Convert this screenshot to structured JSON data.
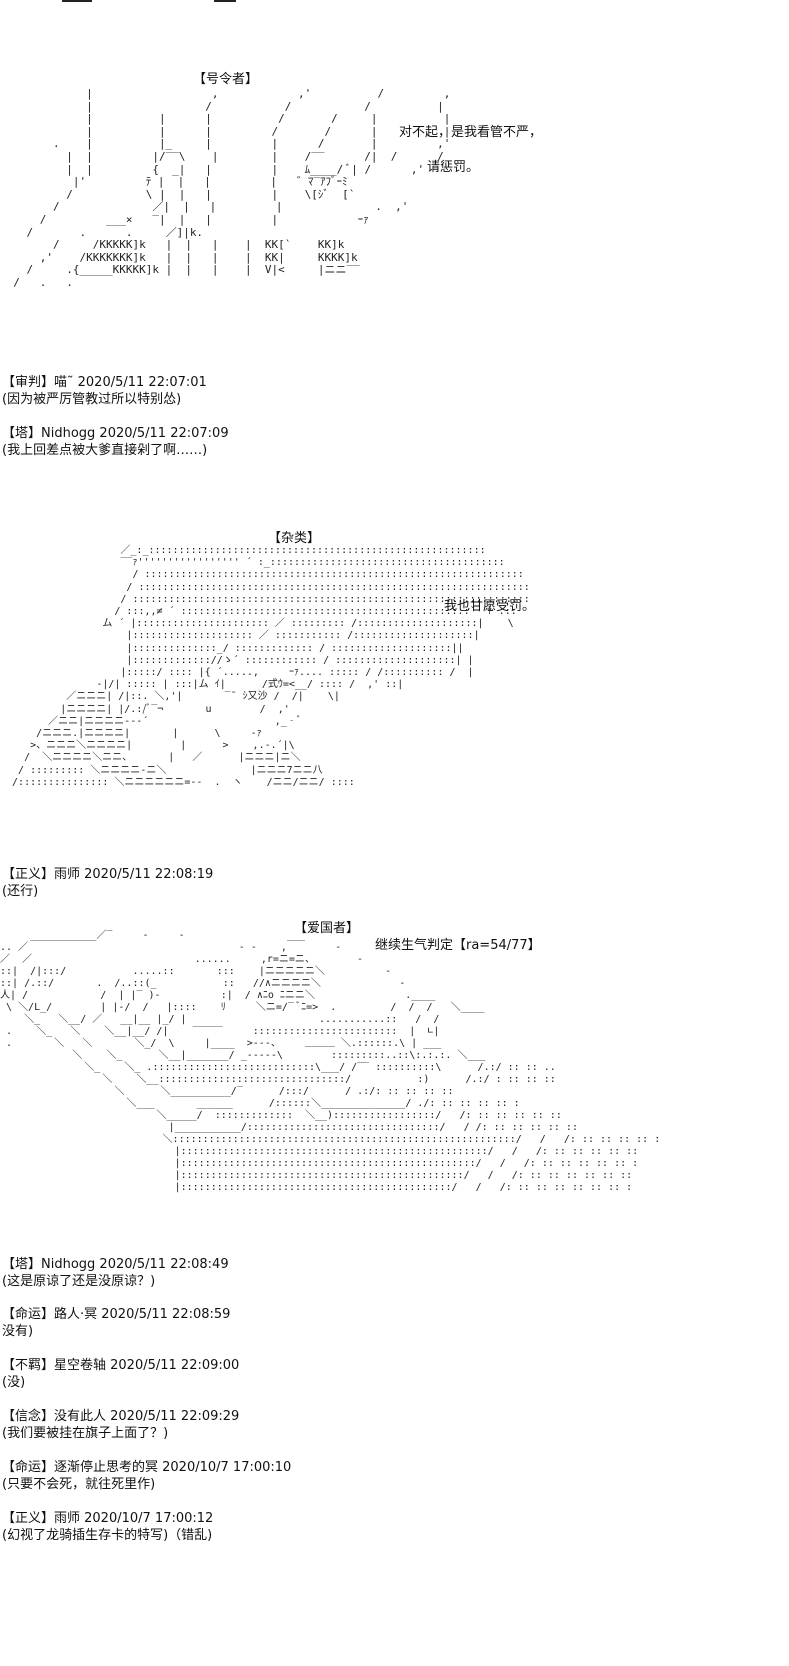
{
  "scene1": {
    "role_label": "【号令者】",
    "speech": [
      "对不起，是我看管不严，",
      "请惩罚。"
    ]
  },
  "comments1": [
    {
      "header": "【审判】喵˜ 2020/5/11 22:07:01",
      "body": "(因为被严厉管教过所以特别怂)"
    },
    {
      "header": "【塔】Nidhogg 2020/5/11 22:07:09",
      "body": "(我上回差点被大爹直接剁了啊……)"
    }
  ],
  "scene2": {
    "role_label": "【杂类】",
    "speech": "我也甘愿受罚。"
  },
  "comments2": [
    {
      "header": "【正义】雨师 2020/5/11 22:08:19",
      "body": "(还行)"
    }
  ],
  "scene3": {
    "role_label": "【爱国者】",
    "speech": "继续生气判定【ra=54/77】"
  },
  "comments3": [
    {
      "header": "【塔】Nidhogg 2020/5/11 22:08:49",
      "body": "(这是原谅了还是没原谅？)"
    },
    {
      "header": "【命运】路人·冥 2020/5/11 22:08:59",
      "body": "没有)"
    },
    {
      "header": "【不羁】星空卷轴 2020/5/11 22:09:00",
      "body": "(没)"
    },
    {
      "header": "【信念】没有此人 2020/5/11 22:09:29",
      "body": "(我们要被挂在旗子上面了？)"
    },
    {
      "header": "【命运】逐渐停止思考的冥 2020/10/7 17:00:10",
      "body": "(只要不会死，就往死里作)"
    },
    {
      "header": "【正义】雨师 2020/10/7 17:00:12",
      "body": "(幻视了龙骑插生存卡的特写)（错乱)"
    }
  ]
}
